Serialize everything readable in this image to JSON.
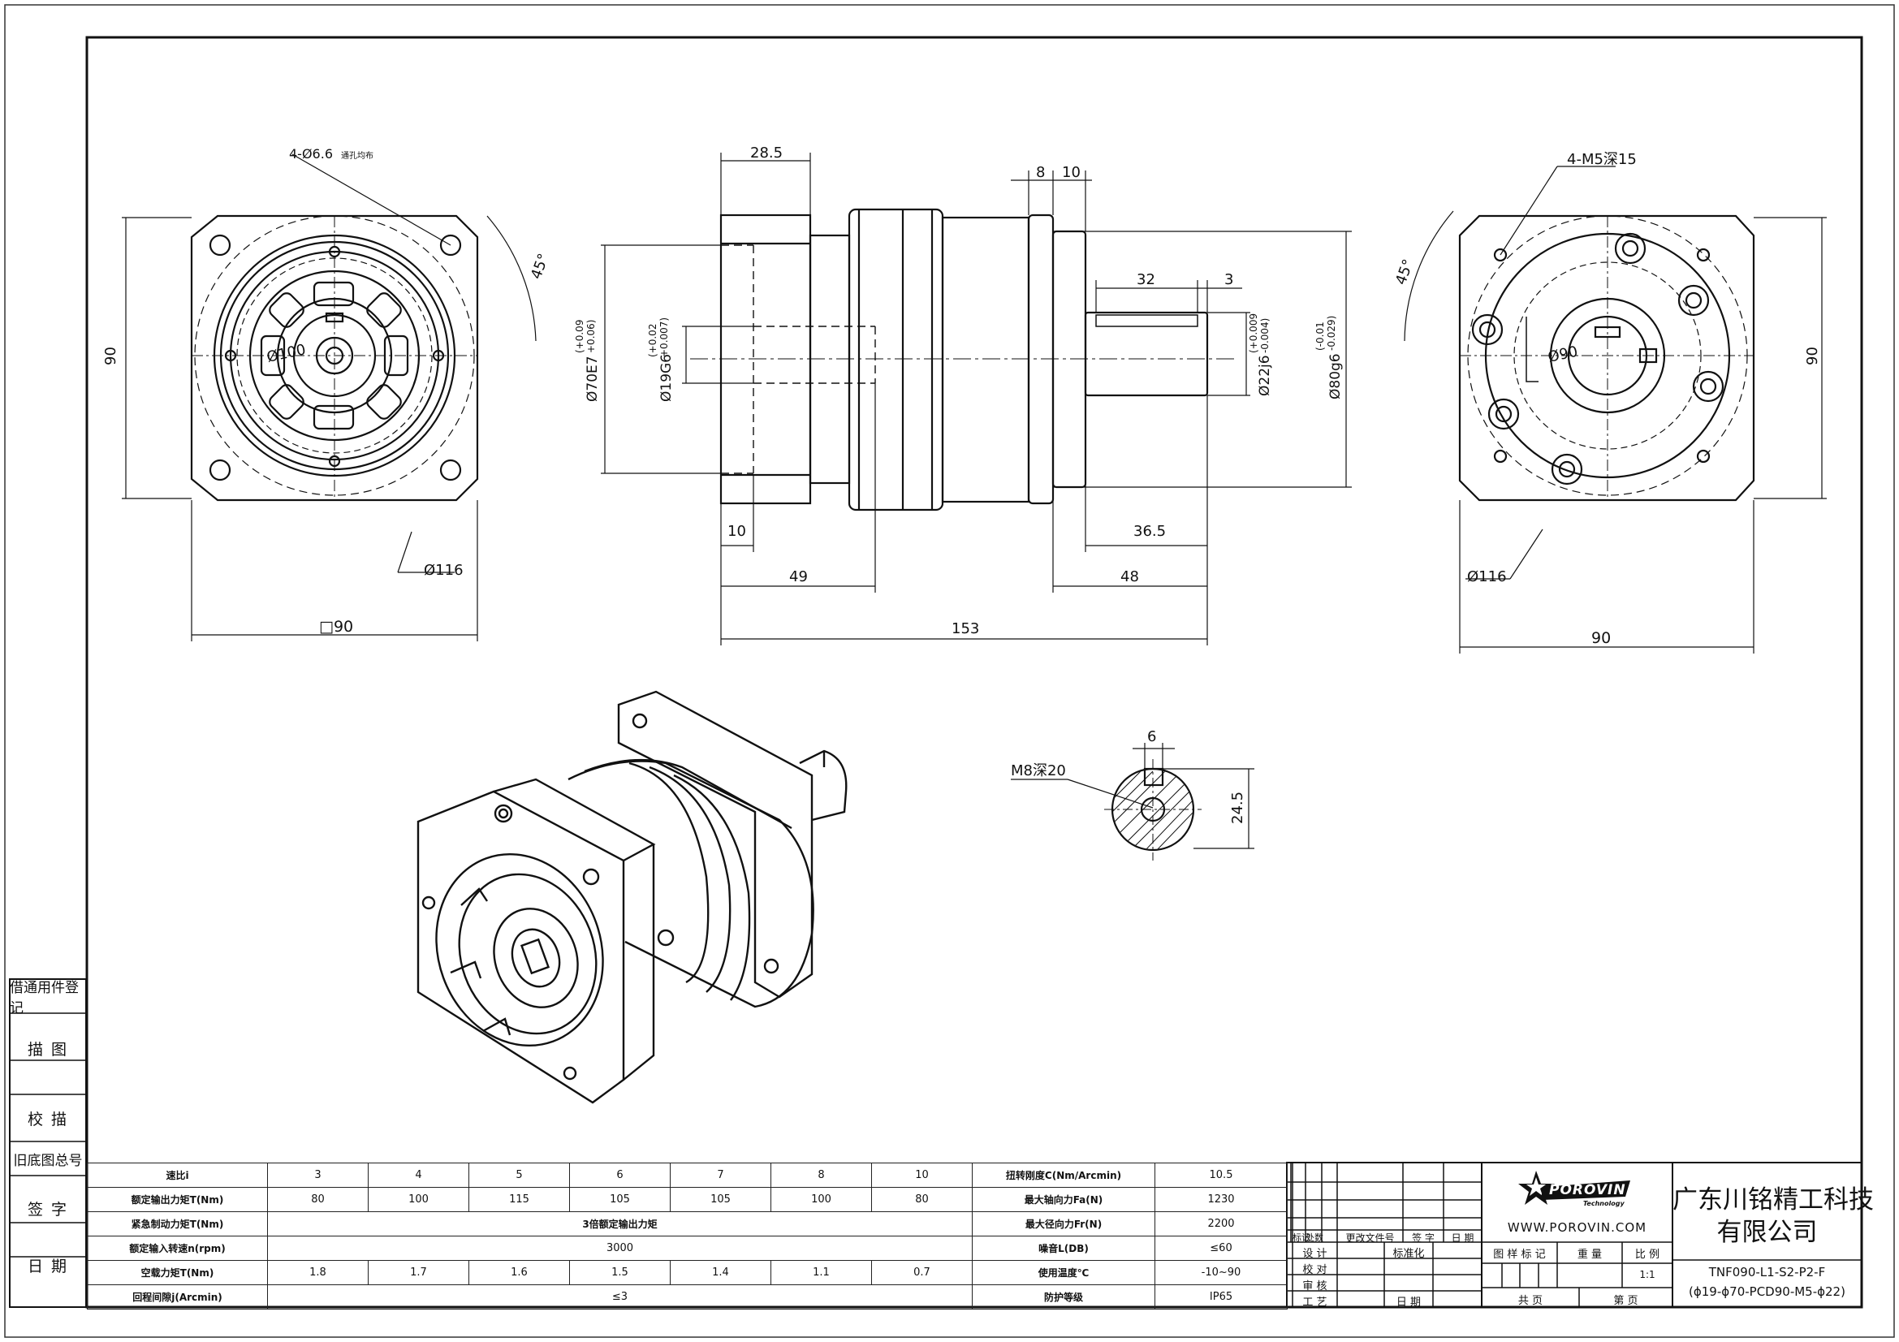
{
  "sidebar": {
    "rows": [
      {
        "label": "借通用件登记"
      },
      {
        "label": "描 图"
      },
      {
        "label": "校 描"
      },
      {
        "label": "旧底图总号"
      },
      {
        "label": "签 字"
      },
      {
        "label": "日 期"
      }
    ]
  },
  "front_view": {
    "holes": "4-Ø6.6",
    "holes_note": "通孔均布",
    "angle": "45°",
    "pcd": "Ø100",
    "outer_dia": "Ø116",
    "height": "90",
    "width": "□90"
  },
  "side_view": {
    "d_28_5": "28.5",
    "d_8": "8",
    "d_10_top": "10",
    "d_32": "32",
    "d_3": "3",
    "d_70": "Ø70E7",
    "d_70_tol_top": "(+0.09",
    "d_70_tol_bot": "+0.06)",
    "d_19": "Ø19G6",
    "d_19_tol_top": "(+0.02",
    "d_19_tol_bot": "+0.007)",
    "d_22": "Ø22j6",
    "d_22_tol_top": "(+0.009",
    "d_22_tol_bot": "-0.004)",
    "d_80": "Ø80g6",
    "d_80_tol_top": "(-0.01",
    "d_80_tol_bot": "-0.029)",
    "d_10_bottom": "10",
    "d_36_5": "36.5",
    "d_49": "49",
    "d_48": "48",
    "d_153": "153"
  },
  "rear_view": {
    "threads": "4-M5深15",
    "angle": "45°",
    "pcd": "Ø90",
    "outer_dia": "Ø116",
    "height": "90",
    "width": "90"
  },
  "shaft_section": {
    "key_width": "6",
    "thread": "M8深20",
    "height": "24.5"
  },
  "spec_table": {
    "ratios_label": "速比i",
    "ratios": [
      "3",
      "4",
      "5",
      "6",
      "7",
      "8",
      "10"
    ],
    "rows": [
      {
        "label": "额定输出力矩T(Nm)",
        "values": [
          "80",
          "100",
          "115",
          "105",
          "105",
          "100",
          "80"
        ]
      },
      {
        "label": "紧急制动力矩T(Nm)",
        "span": "3倍额定输出力矩"
      },
      {
        "label": "额定输入转速n(rpm)",
        "span": "3000"
      },
      {
        "label": "空载力矩T(Nm)",
        "values": [
          "1.8",
          "1.7",
          "1.6",
          "1.5",
          "1.4",
          "1.1",
          "0.7"
        ]
      },
      {
        "label": "回程间隙j(Arcmin)",
        "span": "≤3"
      }
    ],
    "right": [
      {
        "label": "扭转刚度C(Nm/Arcmin)",
        "value": "10.5"
      },
      {
        "label": "最大轴向力Fa(N)",
        "value": "1230"
      },
      {
        "label": "最大径向力Fr(N)",
        "value": "2200"
      },
      {
        "label": "噪音L(DB)",
        "value": "≤60"
      },
      {
        "label": "使用温度℃",
        "value": "-10~90"
      },
      {
        "label": "防护等级",
        "value": "IP65"
      }
    ]
  },
  "title_block": {
    "rev_headers": [
      "标记",
      "处数",
      "更改文件号",
      "签 字",
      "日 期"
    ],
    "roles": [
      "设 计",
      "校 对",
      "审 核",
      "工 艺"
    ],
    "standard": "标准化",
    "date": "日 期",
    "cols": [
      "图 样 标 记",
      "重 量",
      "比 例"
    ],
    "scale": "1:1",
    "sheets_total": "共 页",
    "sheet_no": "第 页",
    "brand": "POROVIN",
    "brand_sub": "Technology",
    "website": "WWW.POROVIN.COM",
    "company_line1": "广东川铭精工科技",
    "company_line2": "有限公司",
    "part_no": "TNF090-L1-S2-P2-F",
    "part_desc": "(ϕ19-ϕ70-PCD90-M5-ϕ22)"
  }
}
